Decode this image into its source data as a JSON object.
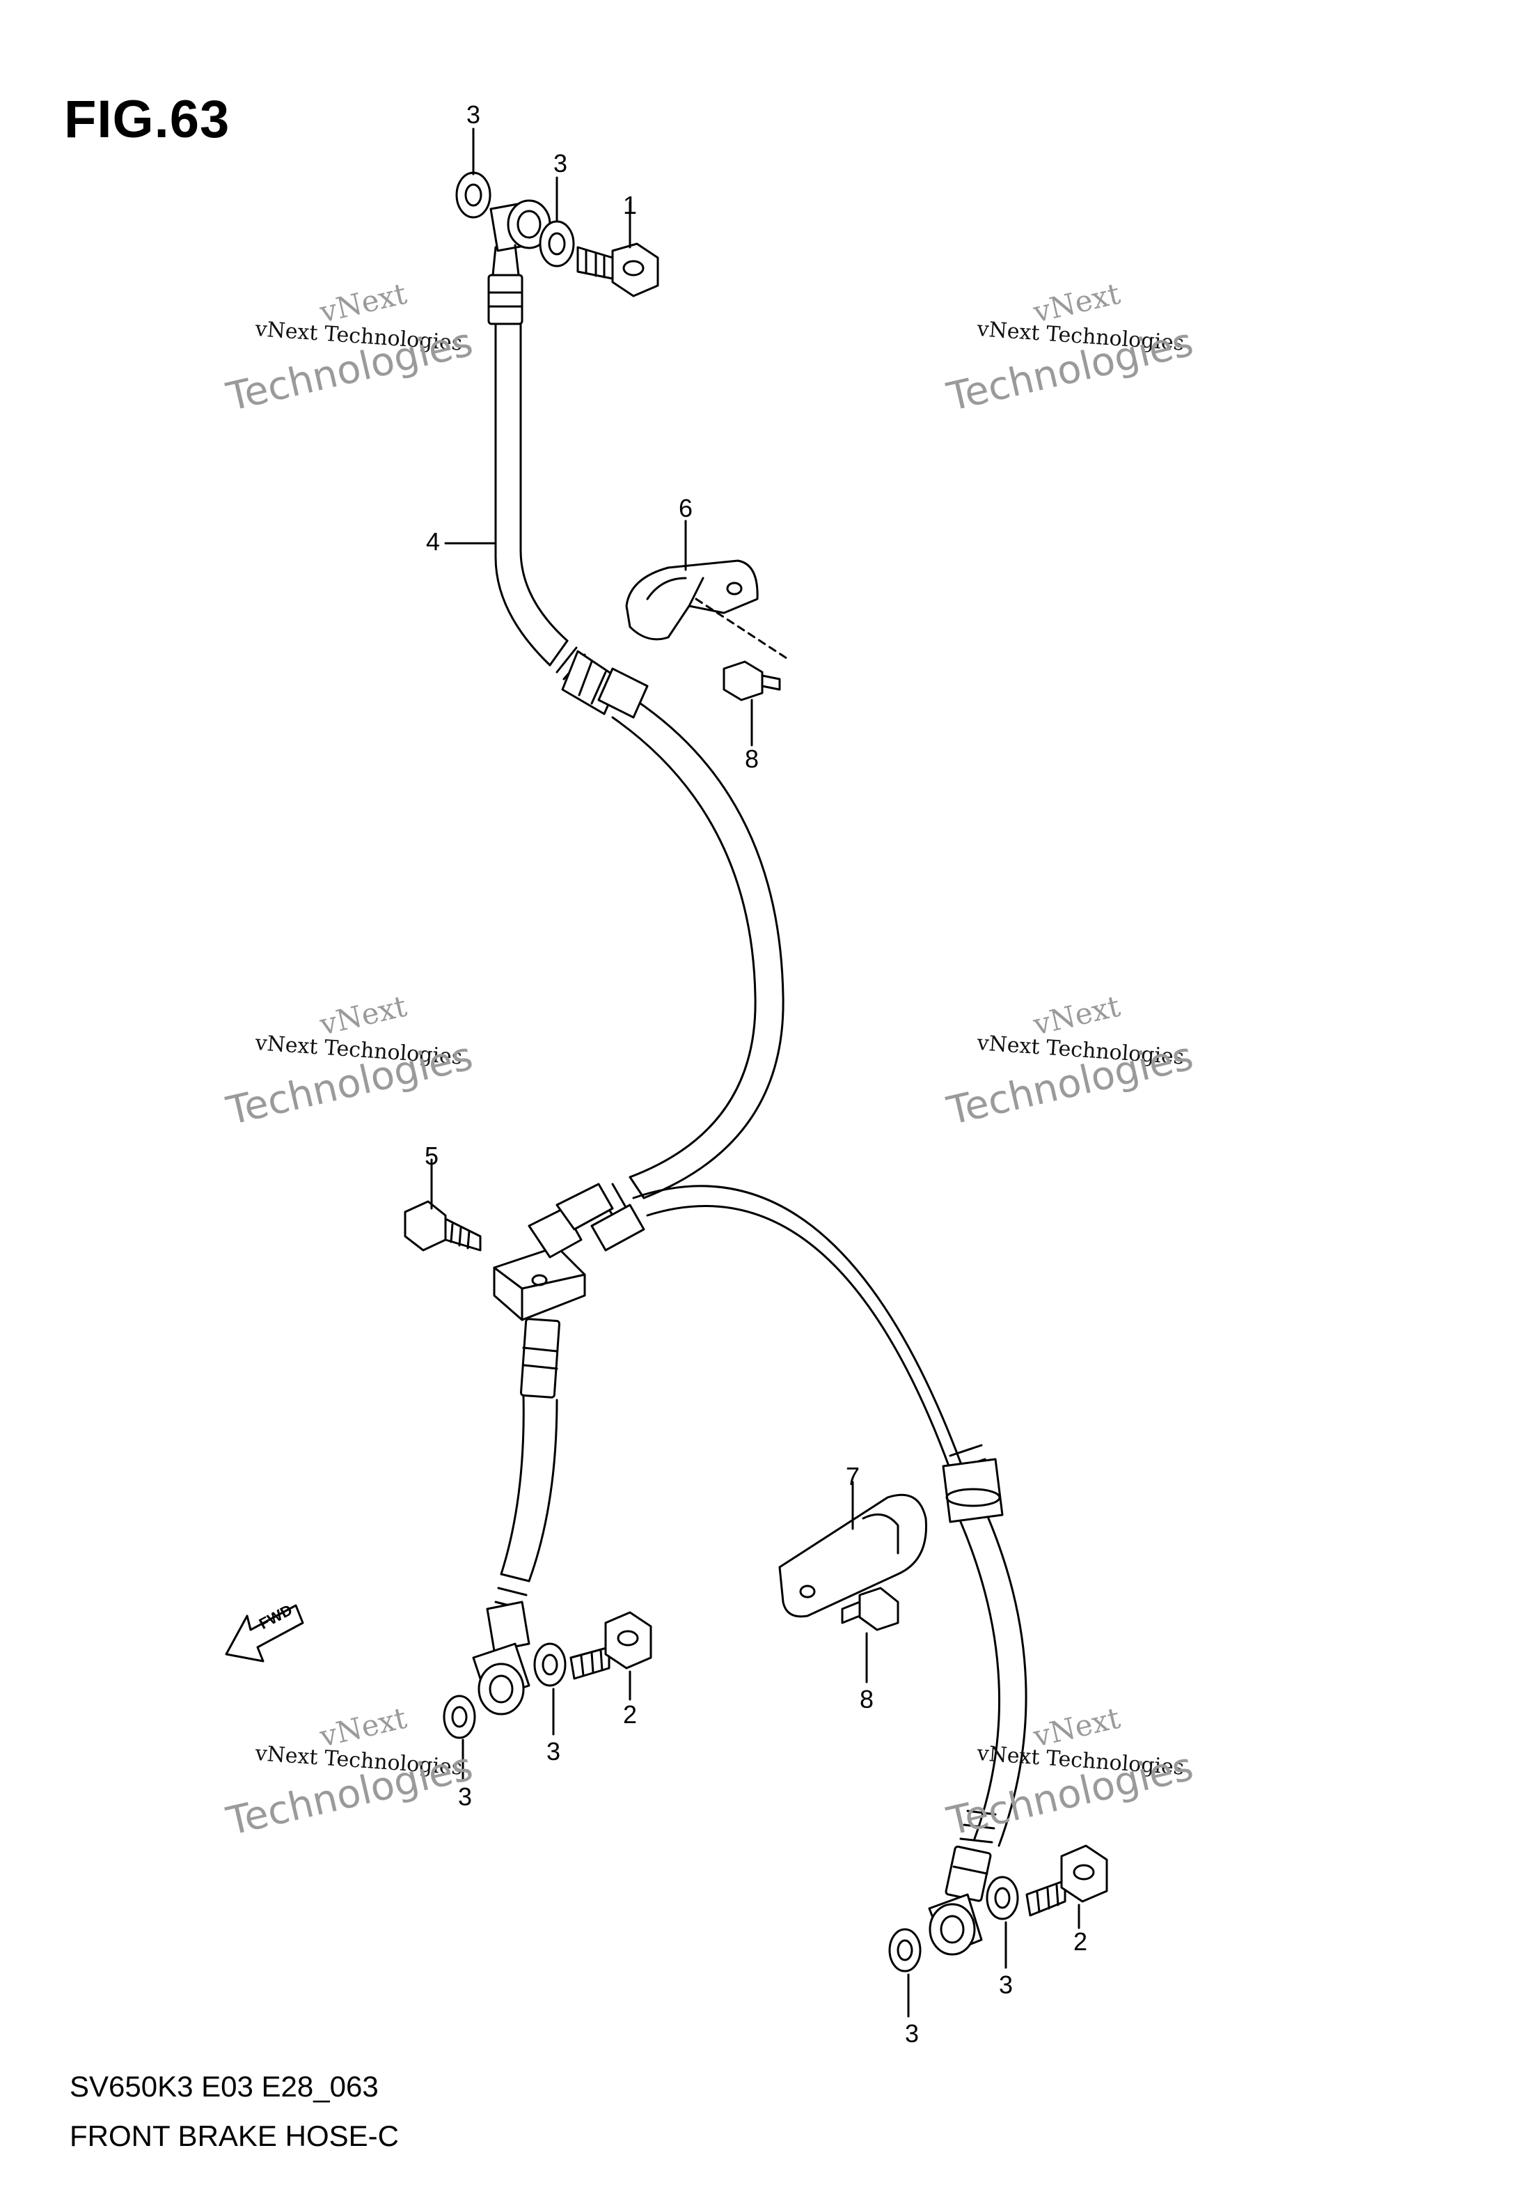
{
  "figure": {
    "title": "FIG.63"
  },
  "caption": {
    "model_code": "SV650K3 E03 E28_063",
    "part_name": "FRONT BRAKE HOSE-C"
  },
  "fwd_arrow": {
    "label": "FWD"
  },
  "watermark": {
    "line1": "vNext",
    "line2": "vNext Technologies",
    "line3": "Technologies"
  },
  "callouts": [
    "3",
    "3",
    "1",
    "4",
    "6",
    "8",
    "5",
    "7",
    "8",
    "2",
    "3",
    "3",
    "2",
    "3",
    "3"
  ],
  "colors": {
    "line": "#000000",
    "watermark": "#9a9a9a",
    "background": "#ffffff"
  }
}
